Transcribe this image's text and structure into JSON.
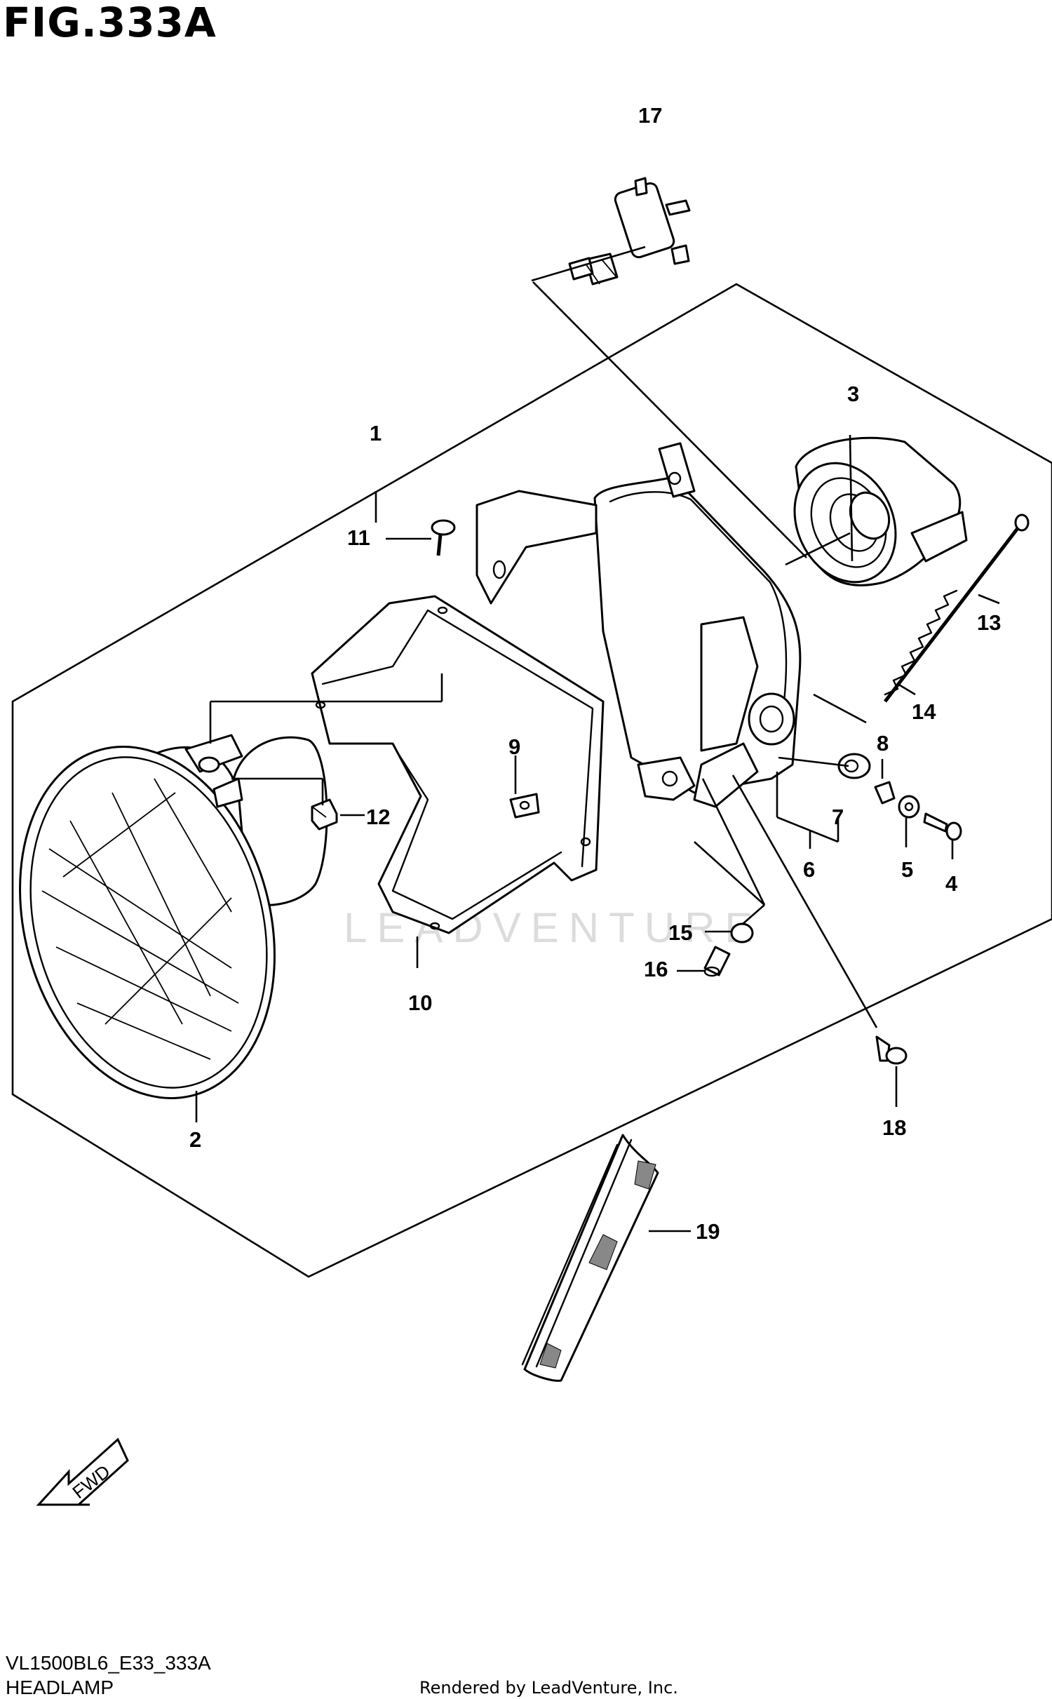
{
  "figure": {
    "title": "FIG.333A"
  },
  "watermark": "LEADVENTURE",
  "callouts": {
    "c1": "1",
    "c2": "2",
    "c3": "3",
    "c4": "4",
    "c5": "5",
    "c6": "6",
    "c7": "7",
    "c8": "8",
    "c9": "9",
    "c10": "10",
    "c11": "11",
    "c12": "12",
    "c13": "13",
    "c14": "14",
    "c15": "15",
    "c16": "16",
    "c17": "17",
    "c18": "18",
    "c19": "19"
  },
  "fwd_label": "FWD",
  "footer": {
    "code": "VL1500BL6_E33_333A",
    "title": "HEADLAMP",
    "rendered_by": "Rendered by LeadVenture, Inc."
  }
}
